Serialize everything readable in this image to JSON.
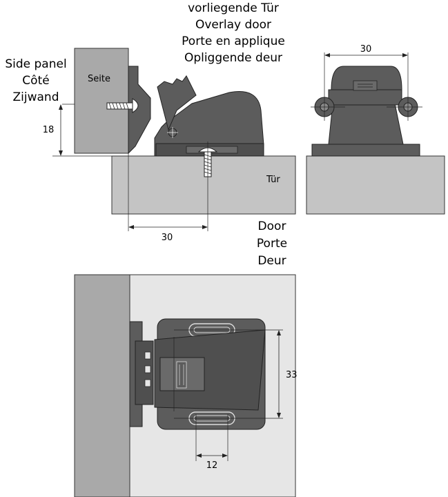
{
  "labels": {
    "overlay_door": [
      "vorliegende Tür",
      "Overlay door",
      "Porte en applique",
      "Opliggende deur"
    ],
    "side_panel": [
      "Side panel",
      "Côté",
      "Zijwand"
    ],
    "seite": "Seite",
    "tur": "Tür",
    "door": [
      "Door",
      "Porte",
      "Deur"
    ]
  },
  "dimensions": {
    "height_side_panel": "18",
    "width_top_right": "30",
    "offset_bottom": "30",
    "height_front": "33",
    "slot_spacing": "12"
  },
  "colors": {
    "panel_gray": "#a9a9a9",
    "door_gray": "#c4c4c4",
    "dark_part": "#5c5c5c",
    "light_bg": "#e6e6e6"
  }
}
